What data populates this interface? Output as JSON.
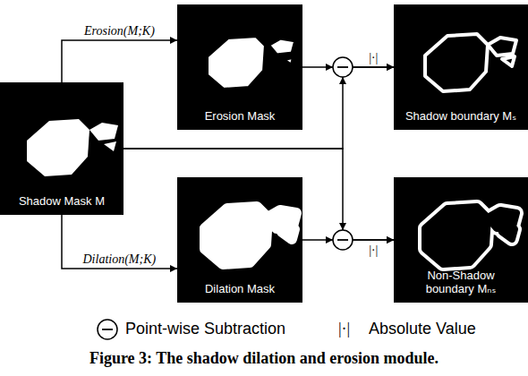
{
  "diagram": {
    "caption": "Figure 3: The shadow dilation and erosion module.",
    "nodes": [
      {
        "text": [
          "Shadow Mask M"
        ]
      },
      {
        "text": [
          "Erosion Mask"
        ]
      },
      {
        "text": [
          "Dilation Mask"
        ]
      },
      {
        "text": [
          "Shadow boundary Mₛ"
        ]
      },
      {
        "text": [
          "Non-Shadow boundary Mₙₛ"
        ]
      }
    ],
    "edges": [
      {
        "from": 0,
        "to": 1,
        "label": "Erosion(M;K)",
        "arrow": "to"
      },
      {
        "from": 0,
        "to": 2,
        "label": "Dilation(M;K)",
        "arrow": "to"
      },
      {
        "from": 1,
        "to": 3,
        "label": "|·|",
        "arrow": "to"
      },
      {
        "from": 0,
        "to": 3,
        "arrow": "to"
      },
      {
        "from": 0,
        "to": 4,
        "arrow": "to"
      },
      {
        "from": 2,
        "to": 4,
        "label": "|·|",
        "arrow": "to"
      }
    ],
    "labels": [
      "|·|"
    ],
    "legend": [
      {
        "text": "Point-wise Subtraction"
      },
      {
        "text": "Absolute Value"
      }
    ]
  }
}
